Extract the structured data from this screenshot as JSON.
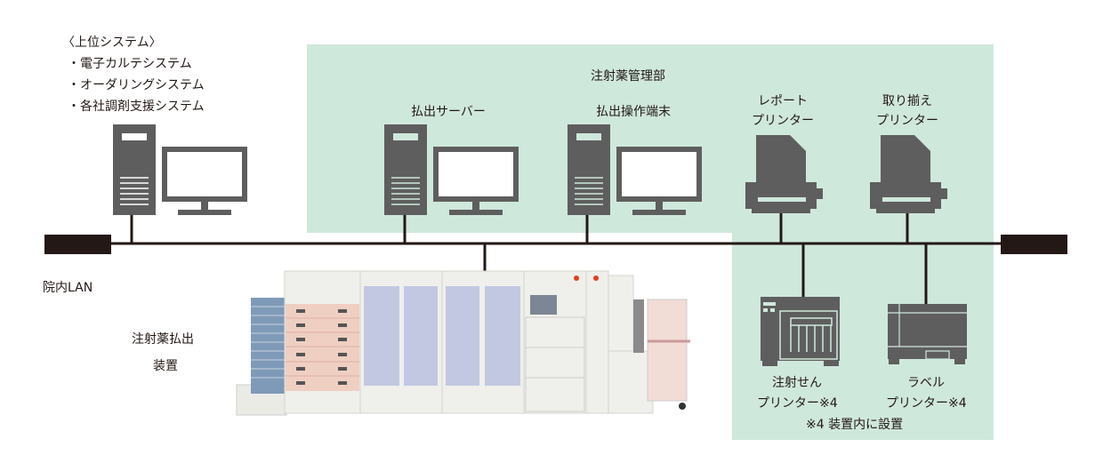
{
  "upper_system": {
    "title": "〈上位システム〉",
    "items": [
      "・電子カルテシステム",
      "・オーダリングシステム",
      "・各社調剤支援システム"
    ]
  },
  "dept": {
    "title": "注射薬管理部"
  },
  "devices": {
    "server": "払出サーバー",
    "terminal": "払出操作端末",
    "report_printer": [
      "レポート",
      "プリンター"
    ],
    "pick_printer": [
      "取り揃え",
      "プリンター"
    ],
    "rx_printer": [
      "注射せん",
      "プリンター※4"
    ],
    "label_printer": [
      "ラベル",
      "プリンター※4"
    ],
    "footnote": "※4 装置内に設置"
  },
  "lan_label": "院内LAN",
  "machine_label": [
    "注射薬払出",
    "装置"
  ],
  "colors": {
    "zone": "#cfe8dc",
    "icon": "#5f5e5e",
    "line": "#231815"
  }
}
